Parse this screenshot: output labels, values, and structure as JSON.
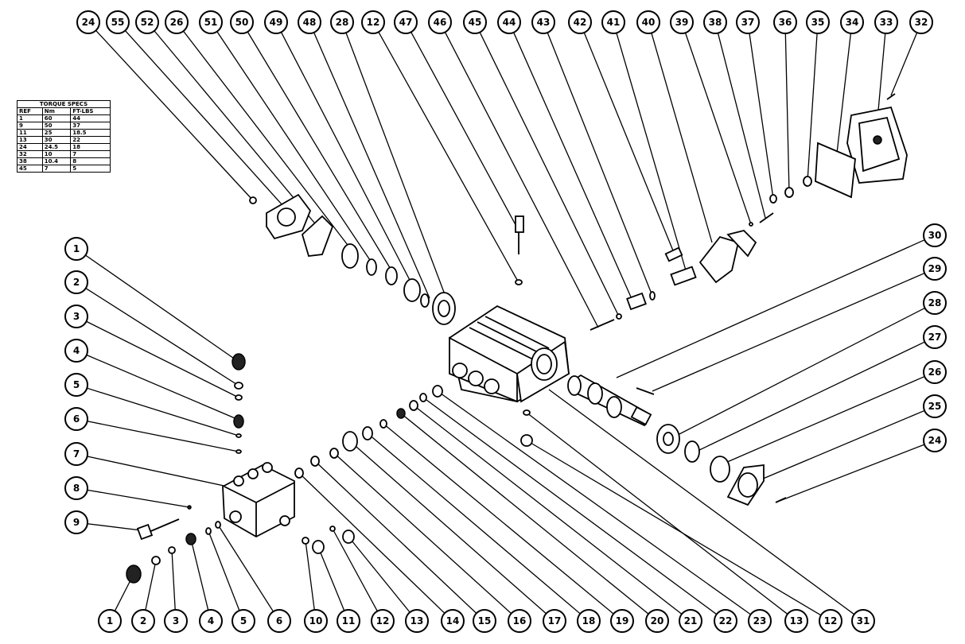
{
  "torque_table": {
    "title": "TORQUE SPECS",
    "headers": [
      "REF",
      "Nm",
      "FT-LBS"
    ],
    "rows": [
      [
        "1",
        "60",
        "44"
      ],
      [
        "9",
        "50",
        "37"
      ],
      [
        "11",
        "25",
        "18.5"
      ],
      [
        "13",
        "30",
        "22"
      ],
      [
        "24",
        "24.5",
        "18"
      ],
      [
        "32",
        "10",
        "7"
      ],
      [
        "38",
        "10.4",
        "8"
      ],
      [
        "45",
        "7",
        "5"
      ]
    ]
  },
  "callouts": {
    "top": [
      "24",
      "55",
      "52",
      "26",
      "51",
      "50",
      "49",
      "48",
      "28",
      "12",
      "47",
      "46",
      "45",
      "44",
      "43",
      "42",
      "41",
      "40",
      "39",
      "38",
      "37",
      "36",
      "35",
      "34",
      "33",
      "32"
    ],
    "left": [
      "1",
      "2",
      "3",
      "4",
      "5",
      "6",
      "7",
      "8",
      "9"
    ],
    "bottom": [
      "1",
      "2",
      "3",
      "4",
      "5",
      "6",
      "10",
      "11",
      "12",
      "13",
      "14",
      "15",
      "16",
      "17",
      "18",
      "19",
      "20",
      "21",
      "22",
      "23",
      "13",
      "12",
      "31"
    ],
    "right": [
      "30",
      "29",
      "28",
      "27",
      "26",
      "25",
      "24"
    ]
  }
}
